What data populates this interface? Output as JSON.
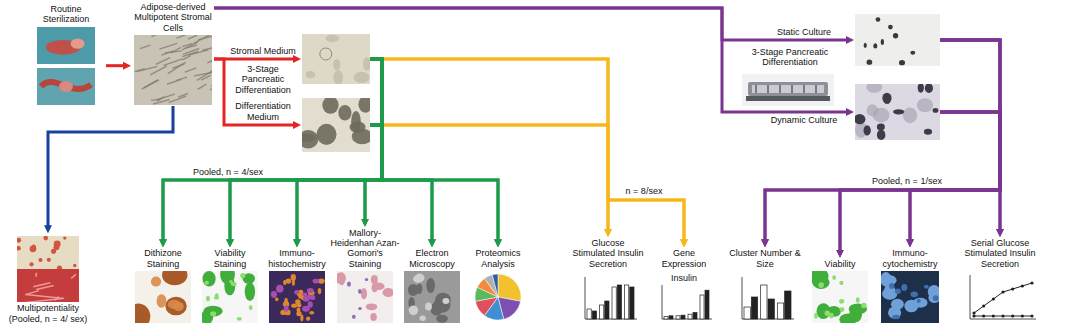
{
  "diagram": {
    "nodes": [
      {
        "text": [
          "Routine Sterilization"
        ]
      },
      {
        "text": [
          "Adipose-derived Multipotent Stromal Cells"
        ]
      },
      {
        "text": [
          "Stromal Medium"
        ]
      },
      {
        "text": [
          "Differentiation Medium"
        ]
      },
      {
        "text": [
          "Static Culture"
        ]
      },
      {
        "text": [
          "Dynamic Culture"
        ]
      },
      {
        "text": [
          "Multipotentiality (Pooled, n = 4/ sex)"
        ]
      },
      {
        "text": [
          "Dithizone Staining"
        ]
      },
      {
        "text": [
          "Viability Staining"
        ]
      },
      {
        "text": [
          "Immuno-histochemistry"
        ]
      },
      {
        "text": [
          "Mallory-Heidenhan Azan-Gomori's Staining"
        ]
      },
      {
        "text": [
          "Electron Microscopy"
        ]
      },
      {
        "text": [
          "Proteomics Analysis"
        ]
      },
      {
        "text": [
          "Glucose Stimulated Insulin Secretion"
        ]
      },
      {
        "text": [
          "Gene Expression"
        ]
      },
      {
        "text": [
          "Cluster Number & Size"
        ]
      },
      {
        "text": [
          "Viability"
        ]
      },
      {
        "text": [
          "Immuno-cytochemistry"
        ]
      },
      {
        "text": [
          "Serial Glucose Stimulated Insulin Secretion"
        ]
      }
    ],
    "edges": [
      {
        "from": 0,
        "to": 1,
        "arrow": "to"
      },
      {
        "from": 1,
        "to": 2,
        "arrow": "to"
      },
      {
        "from": 1,
        "to": 3,
        "arrow": "to"
      },
      {
        "from": 1,
        "to": 4,
        "arrow": "to"
      },
      {
        "from": 1,
        "to": 5,
        "arrow": "to"
      },
      {
        "from": 1,
        "to": 6,
        "arrow": "to"
      },
      {
        "from": 2,
        "to": 7,
        "arrow": "to"
      },
      {
        "from": 2,
        "to": 8,
        "arrow": "to"
      },
      {
        "from": 2,
        "to": 9,
        "arrow": "to"
      },
      {
        "from": 2,
        "to": 10,
        "arrow": "to"
      },
      {
        "from": 2,
        "to": 11,
        "arrow": "to"
      },
      {
        "from": 2,
        "to": 12,
        "arrow": "to"
      },
      {
        "from": 3,
        "to": 7,
        "arrow": "to"
      },
      {
        "from": 3,
        "to": 8,
        "arrow": "to"
      },
      {
        "from": 3,
        "to": 9,
        "arrow": "to"
      },
      {
        "from": 3,
        "to": 10,
        "arrow": "to"
      },
      {
        "from": 3,
        "to": 11,
        "arrow": "to"
      },
      {
        "from": 3,
        "to": 12,
        "arrow": "to"
      },
      {
        "from": 2,
        "to": 13,
        "arrow": "to"
      },
      {
        "from": 2,
        "to": 14,
        "arrow": "to"
      },
      {
        "from": 3,
        "to": 13,
        "arrow": "to"
      },
      {
        "from": 3,
        "to": 14,
        "arrow": "to"
      },
      {
        "from": 4,
        "to": 15,
        "arrow": "to"
      },
      {
        "from": 4,
        "to": 16,
        "arrow": "to"
      },
      {
        "from": 4,
        "to": 17,
        "arrow": "to"
      },
      {
        "from": 4,
        "to": 18,
        "arrow": "to"
      },
      {
        "from": 5,
        "to": 15,
        "arrow": "to"
      },
      {
        "from": 5,
        "to": 16,
        "arrow": "to"
      },
      {
        "from": 5,
        "to": 17,
        "arrow": "to"
      },
      {
        "from": 5,
        "to": 18,
        "arrow": "to"
      }
    ],
    "labels": [
      "3-Stage Pancreatic Differentiation",
      "3-Stage Pancreatic Differentiation",
      "Pooled, n = 4/sex",
      "n = 8/sex",
      "Pooled, n = 1/sex",
      "Insulin"
    ]
  }
}
